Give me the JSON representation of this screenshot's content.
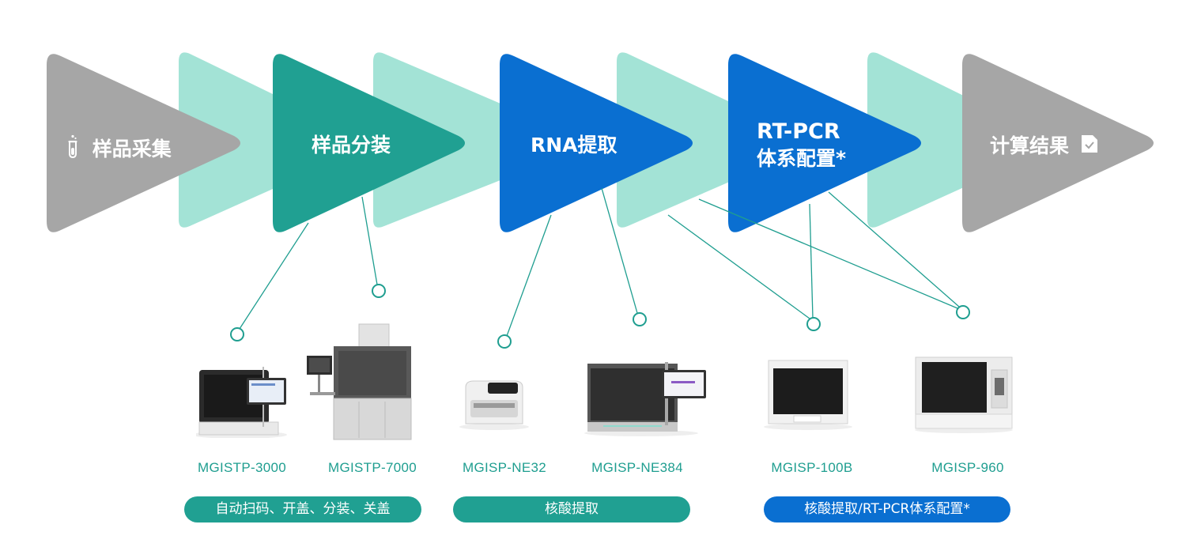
{
  "colors": {
    "gray": "#a6a6a6",
    "mint": "#a3e3d6",
    "teal": "#20a092",
    "blue": "#0a6fd1",
    "line": "#1f9e90",
    "pill_blue": "#0a6fd1",
    "pill_teal": "#20a092"
  },
  "stages": [
    {
      "line1": "样品采集",
      "line2": "",
      "icon": "test-tube-icon"
    },
    {
      "line1": "样品分装",
      "line2": ""
    },
    {
      "line1": "RNA提取",
      "line2": ""
    },
    {
      "line1": "RT-PCR",
      "line2": "体系配置*"
    },
    {
      "line1": "计算结果",
      "line2": "",
      "icon": "document-check-icon"
    }
  ],
  "devices": [
    {
      "model": "MGISTP-3000"
    },
    {
      "model": "MGISTP-7000"
    },
    {
      "model": "MGISP-NE32"
    },
    {
      "model": "MGISP-NE384"
    },
    {
      "model": "MGISP-100B"
    },
    {
      "model": "MGISP-960"
    }
  ],
  "groups": [
    {
      "label": "自动扫码、开盖、分装、关盖"
    },
    {
      "label": "核酸提取"
    },
    {
      "label": "核酸提取/RT-PCR体系配置*"
    }
  ]
}
